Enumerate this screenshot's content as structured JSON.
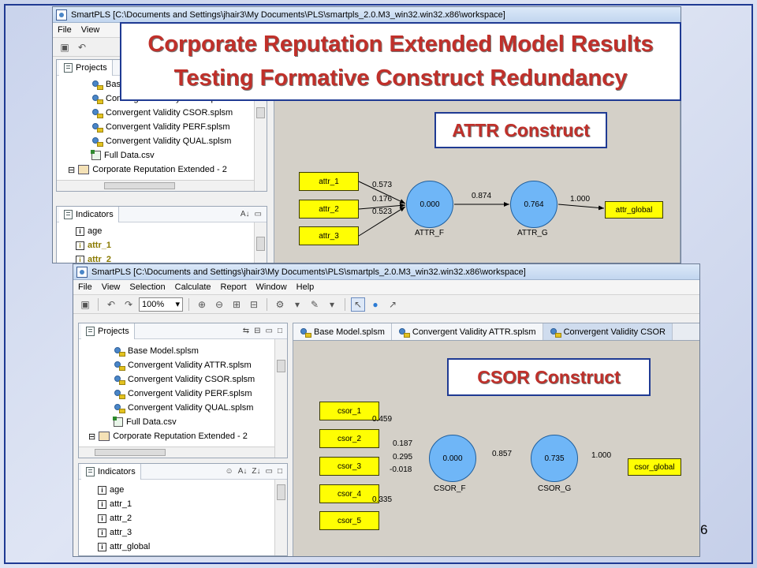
{
  "banner": {
    "line1": "Corporate Reputation Extended Model Results",
    "line2": "Testing Formative Construct Redundancy"
  },
  "page_number": "6",
  "window_title": "SmartPLS [C:\\Documents and Settings\\jhair3\\My Documents\\PLS\\smartpls_2.0.M3_win32.win32.x86\\workspace]",
  "menu": [
    "File",
    "View",
    "Selection",
    "Calculate",
    "Report",
    "Window",
    "Help"
  ],
  "zoom": "100%",
  "projects_label": "Projects",
  "indicators_label": "Indicators",
  "project_items": [
    "Base Model.splsm",
    "Convergent Validity ATTR.splsm",
    "Convergent Validity CSOR.splsm",
    "Convergent Validity PERF.splsm",
    "Convergent Validity QUAL.splsm",
    "Full Data.csv",
    "Corporate Reputation Extended - 2"
  ],
  "top_tree_partial": "Bas",
  "top_indicators": [
    "age",
    "attr_1",
    "attr_2"
  ],
  "bottom_indicators": [
    "age",
    "attr_1",
    "attr_2",
    "attr_3",
    "attr_global"
  ],
  "editor_tabs": [
    "Base Model.splsm",
    "Convergent Validity ATTR.splsm",
    "Convergent Validity CSOR"
  ],
  "attr_model": {
    "heading": "ATTR Construct",
    "indicators": [
      "attr_1",
      "attr_2",
      "attr_3"
    ],
    "weights": [
      "0.573",
      "0.176",
      "0.523"
    ],
    "lv1": {
      "name": "ATTR_F",
      "value": "0.000"
    },
    "path": "0.874",
    "lv2": {
      "name": "ATTR_G",
      "value": "0.764"
    },
    "out_weight": "1.000",
    "global": "attr_global"
  },
  "csor_model": {
    "heading": "CSOR Construct",
    "indicators": [
      "csor_1",
      "csor_2",
      "csor_3",
      "csor_4",
      "csor_5"
    ],
    "weights": [
      "0.459",
      "0.187",
      "0.295",
      "-0.018",
      "0.335"
    ],
    "lv1": {
      "name": "CSOR_F",
      "value": "0.000"
    },
    "path": "0.857",
    "lv2": {
      "name": "CSOR_G",
      "value": "0.735"
    },
    "out_weight": "1.000",
    "global": "csor_global"
  }
}
